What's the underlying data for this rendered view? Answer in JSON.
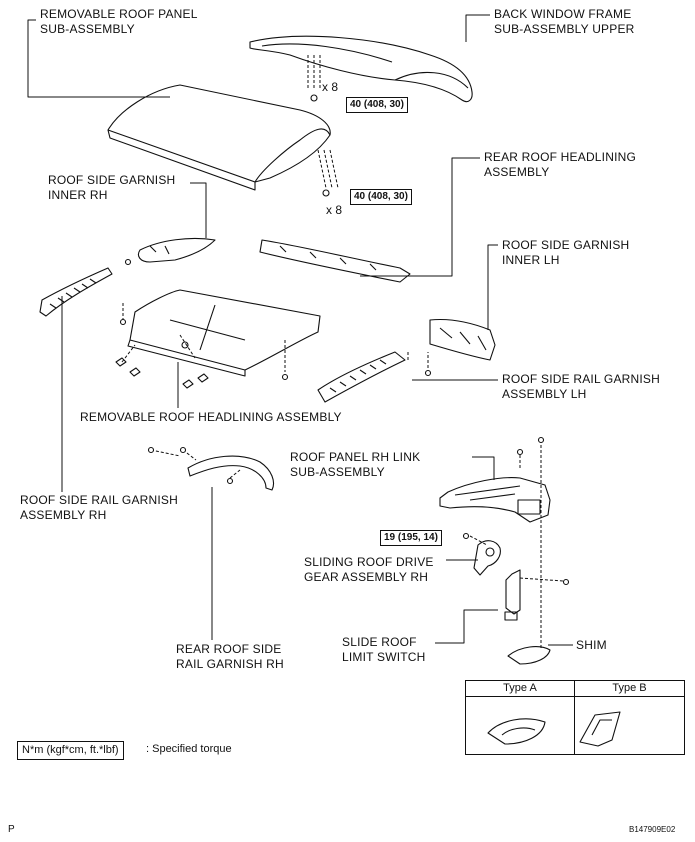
{
  "labels": {
    "removable_roof_panel": [
      "REMOVABLE ROOF PANEL",
      "SUB-ASSEMBLY"
    ],
    "back_window_frame": [
      "BACK WINDOW FRAME",
      "SUB-ASSEMBLY UPPER"
    ],
    "roof_side_garnish_inner_rh": [
      "ROOF SIDE GARNISH",
      "INNER RH"
    ],
    "rear_roof_headlining": [
      "REAR ROOF HEADLINING",
      "ASSEMBLY"
    ],
    "roof_side_garnish_inner_lh": [
      "ROOF SIDE GARNISH",
      "INNER LH"
    ],
    "roof_side_rail_garnish_lh": [
      "ROOF SIDE RAIL GARNISH",
      "ASSEMBLY LH"
    ],
    "removable_roof_headlining": [
      "REMOVABLE ROOF HEADLINING ASSEMBLY"
    ],
    "roof_panel_rh_link": [
      "ROOF PANEL RH LINK",
      "SUB-ASSEMBLY"
    ],
    "roof_side_rail_garnish_rh": [
      "ROOF SIDE RAIL GARNISH",
      "ASSEMBLY RH"
    ],
    "sliding_roof_drive_gear": [
      "SLIDING ROOF DRIVE",
      "GEAR ASSEMBLY RH"
    ],
    "rear_roof_side_rail_garnish_rh": [
      "REAR ROOF SIDE",
      "RAIL GARNISH RH"
    ],
    "slide_roof_limit_switch": [
      "SLIDE ROOF",
      "LIMIT SWITCH"
    ],
    "shim": [
      "SHIM"
    ]
  },
  "torques": {
    "back_window_frame": "40 (408, 30)",
    "roof_panel": "40 (408, 30)",
    "drive_gear": "19 (195, 14)"
  },
  "quantities": {
    "upper": "x 8",
    "lower": "x 8"
  },
  "types": {
    "a": "Type A",
    "b": "Type B"
  },
  "legend": {
    "key": "N*m (kgf*cm, ft.*lbf)",
    "desc": ": Specified torque"
  },
  "corner": {
    "left": "P",
    "right": "B147909E02"
  }
}
